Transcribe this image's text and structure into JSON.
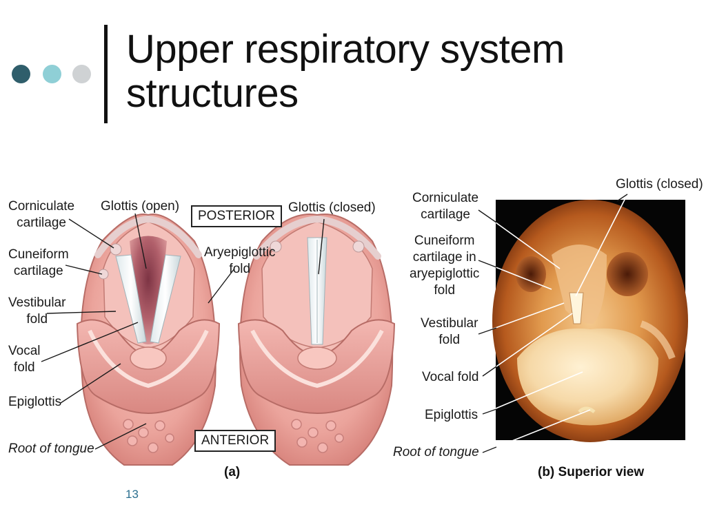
{
  "slide": {
    "title_line1": "Upper respiratory system",
    "title_line2": "structures",
    "page_number": "13"
  },
  "decoration": {
    "dots": [
      {
        "name": "dark-teal-dot",
        "color": "#2f5e6b"
      },
      {
        "name": "light-teal-dot",
        "color": "#8fcfd6"
      },
      {
        "name": "grey-dot",
        "color": "#cfd2d4"
      }
    ]
  },
  "figure_a": {
    "caption": "(a)",
    "posterior": "POSTERIOR",
    "anterior": "ANTERIOR",
    "labels": {
      "corniculate": [
        "Corniculate",
        "cartilage"
      ],
      "cuneiform": [
        "Cuneiform",
        "cartilage"
      ],
      "vestibular": [
        "Vestibular",
        "fold"
      ],
      "vocal": [
        "Vocal",
        "fold"
      ],
      "epiglottis": "Epiglottis",
      "root_of_tongue": "Root of tongue",
      "glottis_open": "Glottis (open)",
      "aryepiglottic": [
        "Aryepiglottic",
        "fold"
      ],
      "glottis_closed": "Glottis (closed)"
    }
  },
  "figure_b": {
    "caption": "(b) Superior view",
    "labels": {
      "glottis_closed": "Glottis (closed)",
      "corniculate": [
        "Corniculate",
        "cartilage"
      ],
      "cuneiform": [
        "Cuneiform",
        "cartilage in",
        "aryepiglottic",
        "fold"
      ],
      "vestibular": [
        "Vestibular",
        "fold"
      ],
      "vocal": "Vocal fold",
      "epiglottis": "Epiglottis",
      "root_of_tongue": "Root of tongue"
    }
  }
}
